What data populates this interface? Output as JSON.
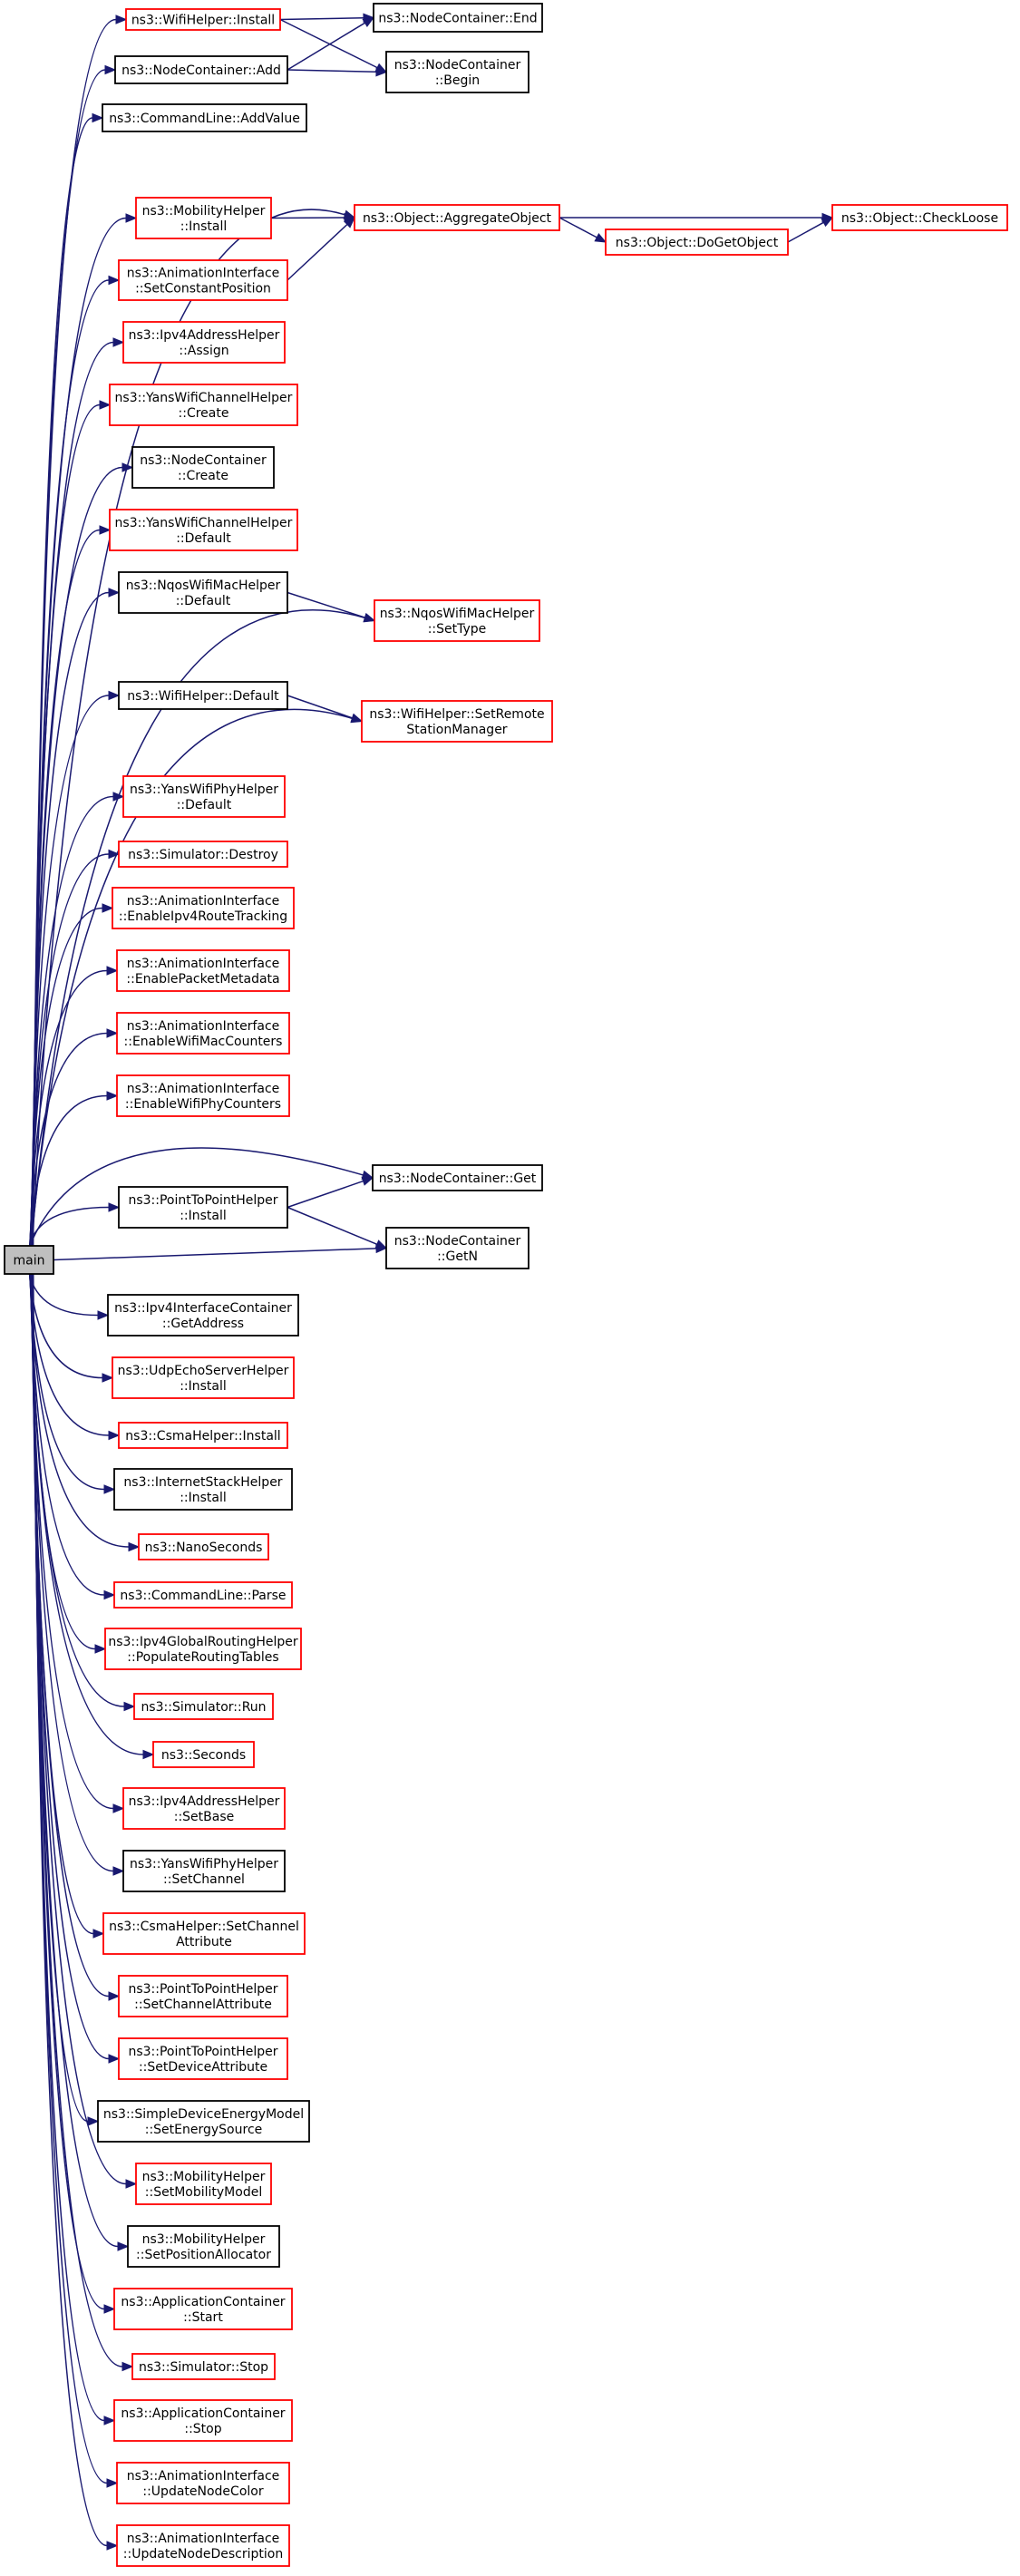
{
  "colors": {
    "edge": "#191970",
    "node_border_default": "#000000",
    "node_border_undocumented": "#ff0000",
    "root_fill": "#bfbfbf",
    "node_fill": "#ffffff",
    "text": "#000000"
  },
  "nodes": {
    "main": {
      "lines": [
        "main"
      ],
      "kind": "root"
    },
    "wifi_install": {
      "lines": [
        "ns3::WifiHelper::Install"
      ],
      "kind": "red"
    },
    "nc_end": {
      "lines": [
        "ns3::NodeContainer::End"
      ],
      "kind": "black"
    },
    "nc_add": {
      "lines": [
        "ns3::NodeContainer::Add"
      ],
      "kind": "black"
    },
    "nc_begin": {
      "lines": [
        "ns3::NodeContainer",
        "::Begin"
      ],
      "kind": "black"
    },
    "cl_addvalue": {
      "lines": [
        "ns3::CommandLine::AddValue"
      ],
      "kind": "black"
    },
    "mob_install": {
      "lines": [
        "ns3::MobilityHelper",
        "::Install"
      ],
      "kind": "red"
    },
    "aggregate": {
      "lines": [
        "ns3::Object::AggregateObject"
      ],
      "kind": "red"
    },
    "checkloose": {
      "lines": [
        "ns3::Object::CheckLoose"
      ],
      "kind": "red"
    },
    "dogetobject": {
      "lines": [
        "ns3::Object::DoGetObject"
      ],
      "kind": "red"
    },
    "anim_setconst": {
      "lines": [
        "ns3::AnimationInterface",
        "::SetConstantPosition"
      ],
      "kind": "red"
    },
    "ipv4_assign": {
      "lines": [
        "ns3::Ipv4AddressHelper",
        "::Assign"
      ],
      "kind": "red"
    },
    "yans_ch_create": {
      "lines": [
        "ns3::YansWifiChannelHelper",
        "::Create"
      ],
      "kind": "red"
    },
    "nc_create": {
      "lines": [
        "ns3::NodeContainer",
        "::Create"
      ],
      "kind": "black"
    },
    "yans_ch_default": {
      "lines": [
        "ns3::YansWifiChannelHelper",
        "::Default"
      ],
      "kind": "red"
    },
    "nqos_default": {
      "lines": [
        "ns3::NqosWifiMacHelper",
        "::Default"
      ],
      "kind": "black"
    },
    "nqos_settype": {
      "lines": [
        "ns3::NqosWifiMacHelper",
        "::SetType"
      ],
      "kind": "red"
    },
    "wifi_default": {
      "lines": [
        "ns3::WifiHelper::Default"
      ],
      "kind": "black"
    },
    "wifi_setremote": {
      "lines": [
        "ns3::WifiHelper::SetRemote",
        "StationManager"
      ],
      "kind": "red"
    },
    "yans_phy_default": {
      "lines": [
        "ns3::YansWifiPhyHelper",
        "::Default"
      ],
      "kind": "red"
    },
    "sim_destroy": {
      "lines": [
        "ns3::Simulator::Destroy"
      ],
      "kind": "red"
    },
    "anim_ipv4route": {
      "lines": [
        "ns3::AnimationInterface",
        "::EnableIpv4RouteTracking"
      ],
      "kind": "red"
    },
    "anim_packetmeta": {
      "lines": [
        "ns3::AnimationInterface",
        "::EnablePacketMetadata"
      ],
      "kind": "red"
    },
    "anim_wifimac": {
      "lines": [
        "ns3::AnimationInterface",
        "::EnableWifiMacCounters"
      ],
      "kind": "red"
    },
    "anim_wifiphy": {
      "lines": [
        "ns3::AnimationInterface",
        "::EnableWifiPhyCounters"
      ],
      "kind": "red"
    },
    "nc_get": {
      "lines": [
        "ns3::NodeContainer::Get"
      ],
      "kind": "black"
    },
    "p2p_install": {
      "lines": [
        "ns3::PointToPointHelper",
        "::Install"
      ],
      "kind": "black"
    },
    "nc_getn": {
      "lines": [
        "ns3::NodeContainer",
        "::GetN"
      ],
      "kind": "black"
    },
    "ipv4if_getaddr": {
      "lines": [
        "ns3::Ipv4InterfaceContainer",
        "::GetAddress"
      ],
      "kind": "black"
    },
    "udpecho_install": {
      "lines": [
        "ns3::UdpEchoServerHelper",
        "::Install"
      ],
      "kind": "red"
    },
    "csma_install": {
      "lines": [
        "ns3::CsmaHelper::Install"
      ],
      "kind": "red"
    },
    "inet_install": {
      "lines": [
        "ns3::InternetStackHelper",
        "::Install"
      ],
      "kind": "black"
    },
    "nanoseconds": {
      "lines": [
        "ns3::NanoSeconds"
      ],
      "kind": "red"
    },
    "cl_parse": {
      "lines": [
        "ns3::CommandLine::Parse"
      ],
      "kind": "red"
    },
    "ipv4glob": {
      "lines": [
        "ns3::Ipv4GlobalRoutingHelper",
        "::PopulateRoutingTables"
      ],
      "kind": "red"
    },
    "sim_run": {
      "lines": [
        "ns3::Simulator::Run"
      ],
      "kind": "red"
    },
    "seconds": {
      "lines": [
        "ns3::Seconds"
      ],
      "kind": "red"
    },
    "ipv4_setbase": {
      "lines": [
        "ns3::Ipv4AddressHelper",
        "::SetBase"
      ],
      "kind": "red"
    },
    "yans_phy_setch": {
      "lines": [
        "ns3::YansWifiPhyHelper",
        "::SetChannel"
      ],
      "kind": "black"
    },
    "csma_setchattr": {
      "lines": [
        "ns3::CsmaHelper::SetChannel",
        "Attribute"
      ],
      "kind": "red"
    },
    "p2p_setchattr": {
      "lines": [
        "ns3::PointToPointHelper",
        "::SetChannelAttribute"
      ],
      "kind": "red"
    },
    "p2p_setdevattr": {
      "lines": [
        "ns3::PointToPointHelper",
        "::SetDeviceAttribute"
      ],
      "kind": "red"
    },
    "energy_setsrc": {
      "lines": [
        "ns3::SimpleDeviceEnergyModel",
        "::SetEnergySource"
      ],
      "kind": "black"
    },
    "mob_setmodel": {
      "lines": [
        "ns3::MobilityHelper",
        "::SetMobilityModel"
      ],
      "kind": "red"
    },
    "mob_setpos": {
      "lines": [
        "ns3::MobilityHelper",
        "::SetPositionAllocator"
      ],
      "kind": "black"
    },
    "app_start": {
      "lines": [
        "ns3::ApplicationContainer",
        "::Start"
      ],
      "kind": "red"
    },
    "sim_stop": {
      "lines": [
        "ns3::Simulator::Stop"
      ],
      "kind": "red"
    },
    "app_stop": {
      "lines": [
        "ns3::ApplicationContainer",
        "::Stop"
      ],
      "kind": "red"
    },
    "anim_updcolor": {
      "lines": [
        "ns3::AnimationInterface",
        "::UpdateNodeColor"
      ],
      "kind": "red"
    },
    "anim_upddesc": {
      "lines": [
        "ns3::AnimationInterface",
        "::UpdateNodeDescription"
      ],
      "kind": "red"
    }
  },
  "edges": [
    [
      "main",
      "wifi_install"
    ],
    [
      "main",
      "nc_add"
    ],
    [
      "main",
      "cl_addvalue"
    ],
    [
      "main",
      "aggregate"
    ],
    [
      "main",
      "mob_install"
    ],
    [
      "main",
      "anim_setconst"
    ],
    [
      "main",
      "ipv4_assign"
    ],
    [
      "main",
      "yans_ch_create"
    ],
    [
      "main",
      "nc_create"
    ],
    [
      "main",
      "yans_ch_default"
    ],
    [
      "main",
      "nqos_default"
    ],
    [
      "main",
      "nqos_settype"
    ],
    [
      "main",
      "wifi_default"
    ],
    [
      "main",
      "wifi_setremote"
    ],
    [
      "main",
      "yans_phy_default"
    ],
    [
      "main",
      "sim_destroy"
    ],
    [
      "main",
      "anim_ipv4route"
    ],
    [
      "main",
      "anim_packetmeta"
    ],
    [
      "main",
      "anim_wifimac"
    ],
    [
      "main",
      "anim_wifiphy"
    ],
    [
      "main",
      "nc_get"
    ],
    [
      "main",
      "p2p_install"
    ],
    [
      "main",
      "nc_getn"
    ],
    [
      "main",
      "ipv4if_getaddr"
    ],
    [
      "main",
      "udpecho_install"
    ],
    [
      "main",
      "csma_install"
    ],
    [
      "main",
      "inet_install"
    ],
    [
      "main",
      "nanoseconds"
    ],
    [
      "main",
      "cl_parse"
    ],
    [
      "main",
      "ipv4glob"
    ],
    [
      "main",
      "sim_run"
    ],
    [
      "main",
      "seconds"
    ],
    [
      "main",
      "ipv4_setbase"
    ],
    [
      "main",
      "yans_phy_setch"
    ],
    [
      "main",
      "csma_setchattr"
    ],
    [
      "main",
      "p2p_setchattr"
    ],
    [
      "main",
      "p2p_setdevattr"
    ],
    [
      "main",
      "energy_setsrc"
    ],
    [
      "main",
      "mob_setmodel"
    ],
    [
      "main",
      "mob_setpos"
    ],
    [
      "main",
      "app_start"
    ],
    [
      "main",
      "sim_stop"
    ],
    [
      "main",
      "app_stop"
    ],
    [
      "main",
      "anim_updcolor"
    ],
    [
      "main",
      "anim_upddesc"
    ],
    [
      "wifi_install",
      "nc_end"
    ],
    [
      "wifi_install",
      "nc_begin"
    ],
    [
      "nc_add",
      "nc_end"
    ],
    [
      "nc_add",
      "nc_begin"
    ],
    [
      "mob_install",
      "aggregate"
    ],
    [
      "anim_setconst",
      "aggregate"
    ],
    [
      "aggregate",
      "checkloose"
    ],
    [
      "aggregate",
      "dogetobject"
    ],
    [
      "dogetobject",
      "checkloose"
    ],
    [
      "nqos_default",
      "nqos_settype"
    ],
    [
      "wifi_default",
      "wifi_setremote"
    ],
    [
      "p2p_install",
      "nc_get"
    ],
    [
      "p2p_install",
      "nc_getn"
    ]
  ]
}
